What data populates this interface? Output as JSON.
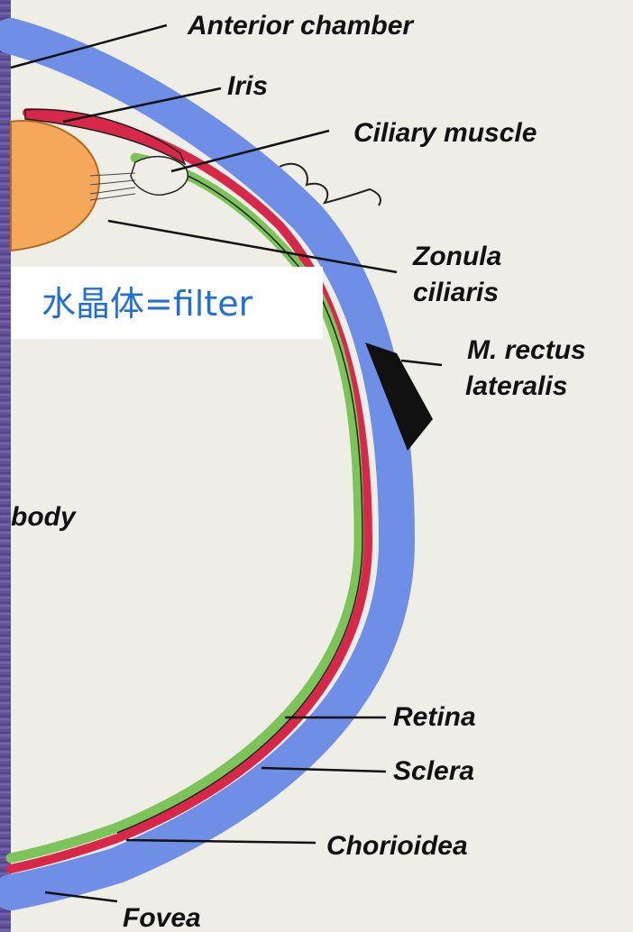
{
  "labels": {
    "anterior_chamber": "Anterior chamber",
    "iris": "Iris",
    "ciliary_muscle": "Ciliary muscle",
    "zonula": "Zonula",
    "ciliaris": "ciliaris",
    "m_rectus": "M. rectus",
    "lateralis": "lateralis",
    "body": "body",
    "retina": "Retina",
    "sclera": "Sclera",
    "chorioidea": "Chorioidea",
    "fovea": "Fovea"
  },
  "caption": "水晶体=filter",
  "colors": {
    "sclera": "#6f8ee6",
    "choroid": "#d8284a",
    "retina": "#7cc45a",
    "lens": "#f6a85a",
    "caption": "#1f6fd6",
    "paper": "#eeeee6"
  }
}
